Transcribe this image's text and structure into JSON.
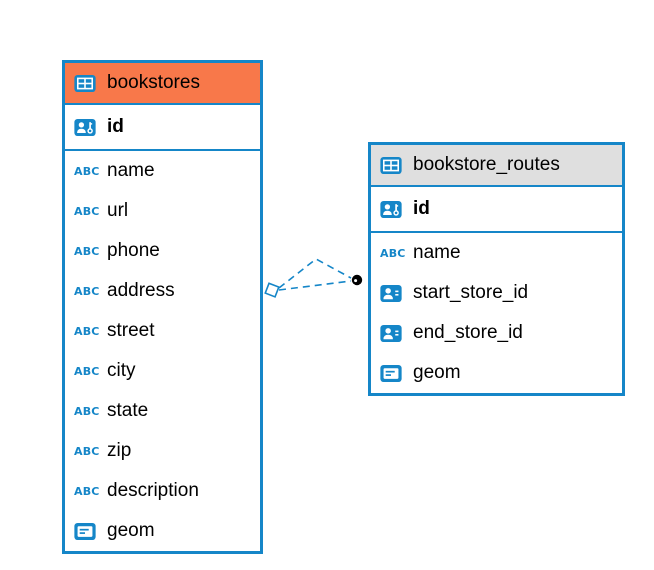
{
  "colors": {
    "table_border": "#1586C8",
    "selected_header_bg": "#F8784A",
    "header_bg": "#DFDFDF",
    "icon_blue": "#1586C8",
    "text": "#000000",
    "connector": "#1586C8",
    "connector_dot": "#000000"
  },
  "icons": {
    "abc_glyph": "ABC",
    "names": [
      "table-icon",
      "primary-key-icon",
      "text-abc-icon",
      "person-ref-icon",
      "geometry-icon",
      "diamond-marker",
      "dot-marker"
    ]
  },
  "diagram": {
    "tables": [
      {
        "name": "bookstores",
        "selected": true,
        "key_column": {
          "name": "id",
          "icon": "primary-key-icon"
        },
        "columns": [
          {
            "name": "name",
            "icon": "text-abc-icon"
          },
          {
            "name": "url",
            "icon": "text-abc-icon"
          },
          {
            "name": "phone",
            "icon": "text-abc-icon"
          },
          {
            "name": "address",
            "icon": "text-abc-icon"
          },
          {
            "name": "street",
            "icon": "text-abc-icon"
          },
          {
            "name": "city",
            "icon": "text-abc-icon"
          },
          {
            "name": "state",
            "icon": "text-abc-icon"
          },
          {
            "name": "zip",
            "icon": "text-abc-icon"
          },
          {
            "name": "description",
            "icon": "text-abc-icon"
          },
          {
            "name": "geom",
            "icon": "geometry-icon"
          }
        ]
      },
      {
        "name": "bookstore_routes",
        "selected": false,
        "key_column": {
          "name": "id",
          "icon": "primary-key-icon"
        },
        "columns": [
          {
            "name": "name",
            "icon": "text-abc-icon"
          },
          {
            "name": "start_store_id",
            "icon": "person-ref-icon"
          },
          {
            "name": "end_store_id",
            "icon": "person-ref-icon"
          },
          {
            "name": "geom",
            "icon": "geometry-icon"
          }
        ]
      }
    ],
    "relationship": {
      "type": "dashed-association",
      "from_table": "bookstores",
      "to_table": "bookstore_routes",
      "from_marker": "diamond",
      "to_marker": "filled-dot"
    }
  }
}
